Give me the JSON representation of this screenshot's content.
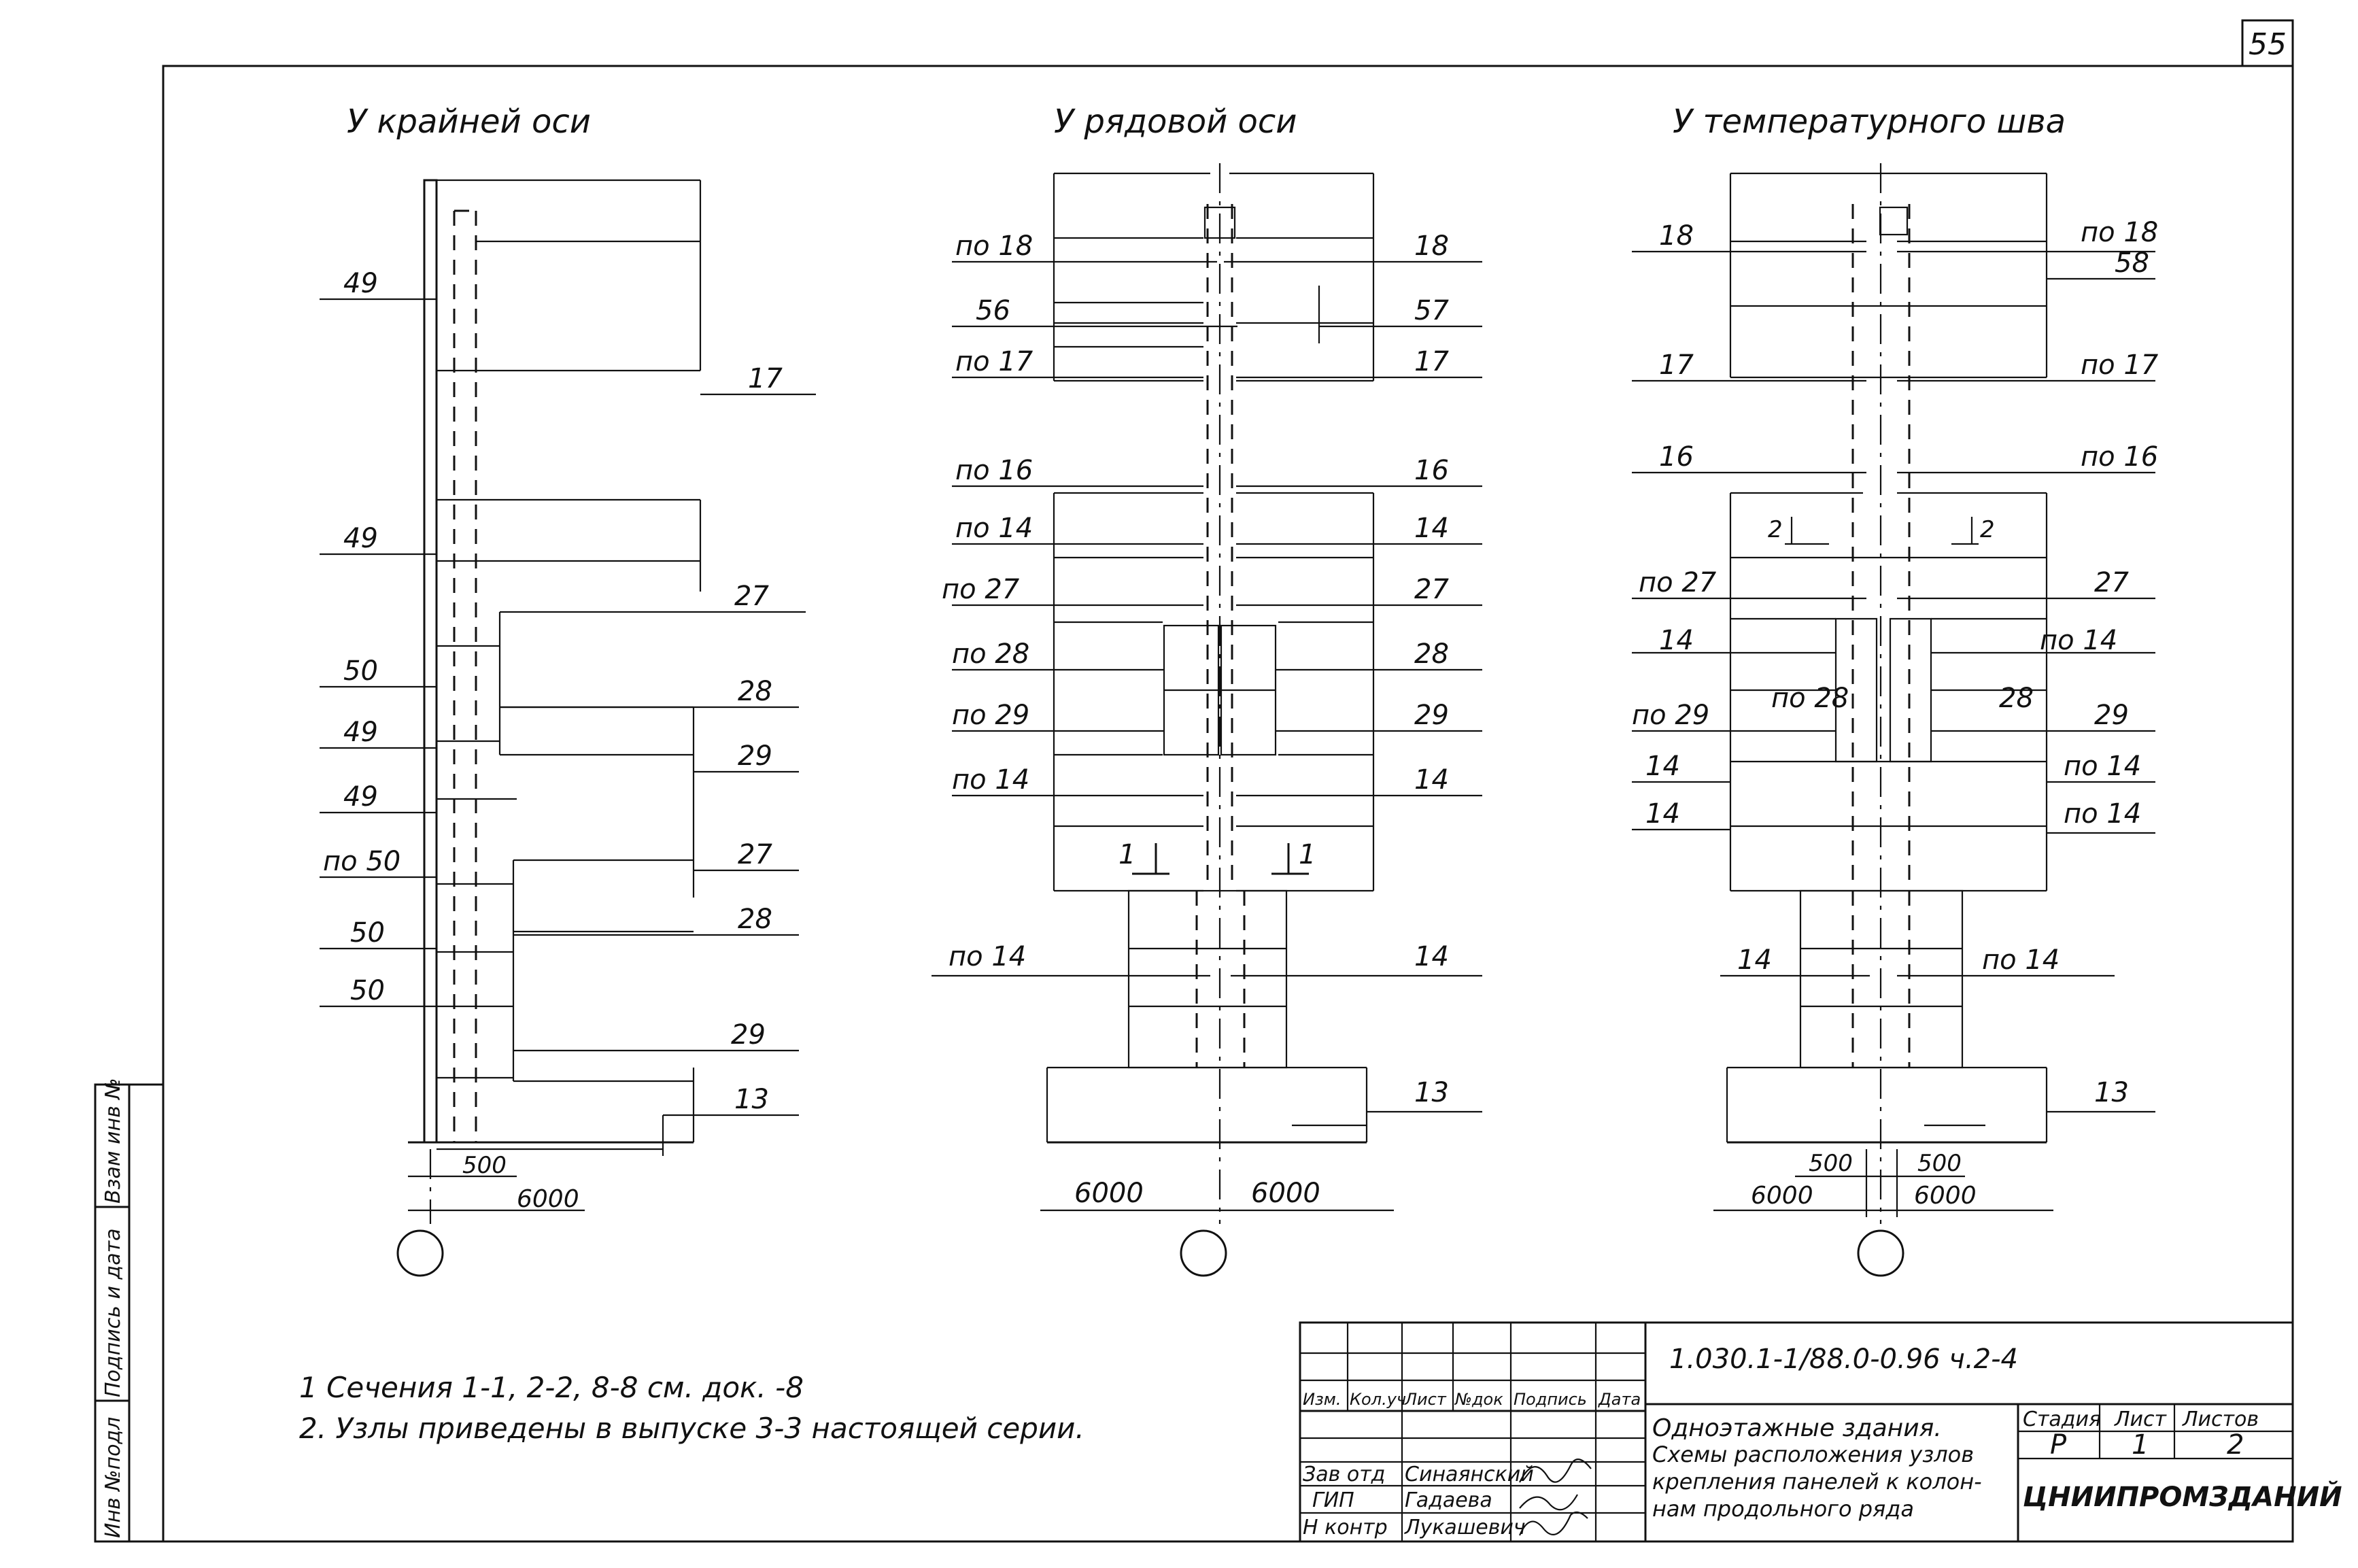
{
  "sheet": {
    "page_number": "55"
  },
  "headers": {
    "edge": "У крайней оси",
    "row": "У рядовой оси",
    "joint": "У температурного шва"
  },
  "labels": {
    "edge": {
      "left": [
        "49",
        "49",
        "50",
        "49",
        "49",
        "по 50",
        "50",
        "50"
      ],
      "right": [
        "17",
        "27",
        "28",
        "29",
        "27",
        "28",
        "29",
        "13"
      ],
      "dims": [
        "500",
        "6000"
      ]
    },
    "row": {
      "left": [
        "по 18",
        "56",
        "по 17",
        "по 16",
        "по 14",
        "по 27",
        "по 28",
        "по 29",
        "по 14",
        "1",
        "по 14"
      ],
      "right": [
        "18",
        "57",
        "17",
        "16",
        "14",
        "27",
        "28",
        "29",
        "14",
        "1",
        "14",
        "13"
      ],
      "dims": [
        "6000",
        "6000"
      ]
    },
    "joint": {
      "left": [
        "18",
        "17",
        "16",
        "по 27",
        "14",
        "по 29",
        "14",
        "14",
        "14"
      ],
      "right": [
        "по 18",
        "58",
        "по 17",
        "по 16",
        "27",
        "по 14",
        "29",
        "по 14",
        "по 14",
        "по 14",
        "13"
      ],
      "inner": [
        "2",
        "2",
        "по 28",
        "28"
      ],
      "dims": [
        "500",
        "500",
        "6000",
        "6000"
      ]
    }
  },
  "notes": [
    "1 Сечения 1-1, 2-2, 8-8 см. док. -8",
    "2. Узлы приведены в выпуске 3-3 настоящей серии."
  ],
  "side_stamp": [
    "Инв №подл",
    "Подпись и дата",
    "Взам инв №"
  ],
  "title_block": {
    "doc_code": "1.030.1-1/88.0-0.96 ч.2-4",
    "col_headers": [
      "Изм.",
      "Кол.уч",
      "Лист",
      "№док",
      "Подпись",
      "Дата"
    ],
    "roles": [
      {
        "role": "Зав отд",
        "name": "Синаянский"
      },
      {
        "role": "ГИП",
        "name": "Гадаева"
      },
      {
        "role": "Н контр",
        "name": "Лукашевич"
      }
    ],
    "title_lines": [
      "Одноэтажные здания.",
      "Схемы расположения узлов",
      "крепления панелей к колон-",
      "нам продольного ряда"
    ],
    "stage_header": "Стадия",
    "sheet_header": "Лист",
    "sheets_header": "Листов",
    "stage": "Р",
    "sheet": "1",
    "sheets": "2",
    "org": "ЦНИИПРОМЗДАНИЙ"
  }
}
